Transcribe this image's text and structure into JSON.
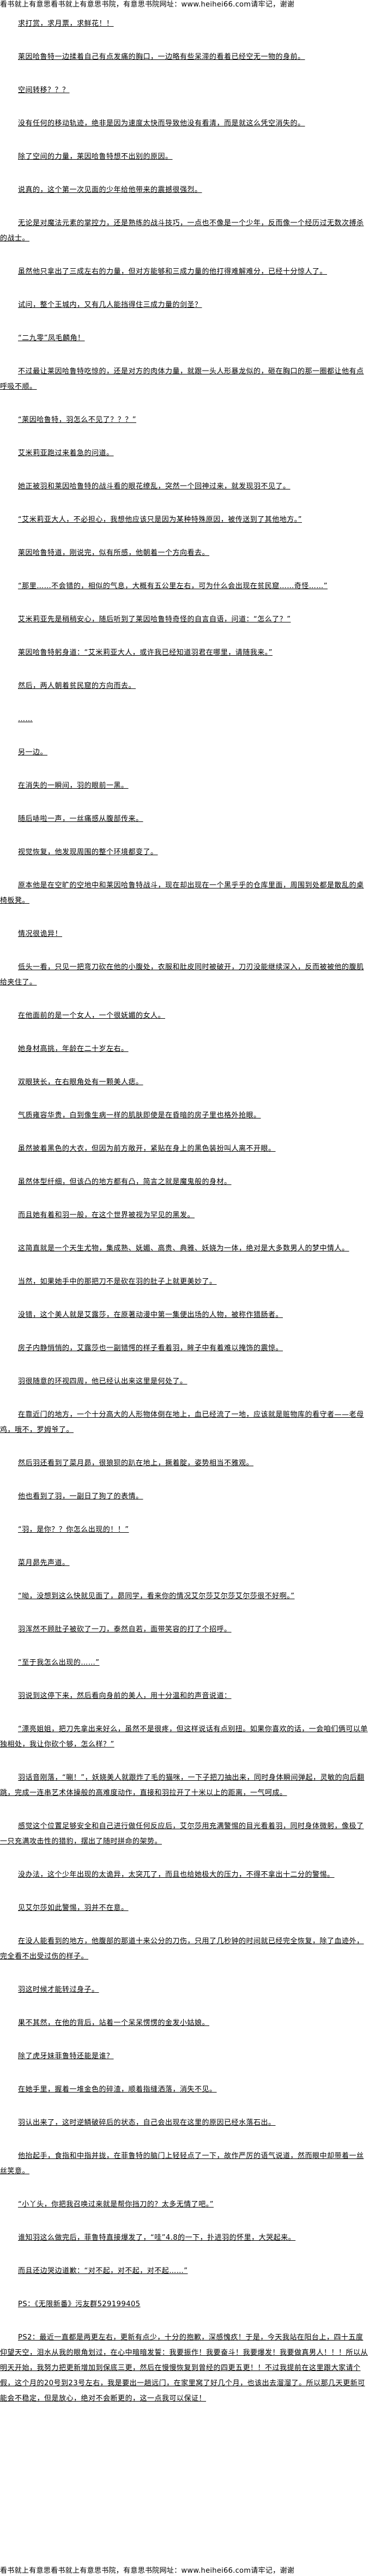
{
  "banner": {
    "text": "看书就上有意思看书就上有意思书院，有意思书院网址：www.heihei66.com请牢记，谢谢"
  },
  "paragraphs": [
    "求打赏，求月票，求鲜花！！",
    "莱因哈鲁特一边揉着自己有点发痛的胸口，一边略有些呆滞的看着已经空无一物的身前。",
    "空间转移？？？",
    "没有任何的移动轨迹，绝非是因为速度太快而导致他没有看清，而是就这么凭空消失的。",
    "除了空间的力量，莱因哈鲁特想不出别的原因。",
    "说真的，这个第一次见面的少年给他带来的震撼很强烈。",
    "无论是对魔法元素的掌控力，还是熟练的战斗技巧，一点也不像是一个少年，反而像一个经历过无数次搏杀的战士。",
    "虽然他只拿出了三成左右的力量，但对方能够和三成力量的他打得难解难分，已经十分惊人了。",
    "试问，整个王城内，又有几人能挡得住三成力量的剑圣？",
    "“二九零”凤毛麟角！",
    "不过最让莱因哈鲁特吃惊的，还是对方的肉体力量，就跟一头人形暴龙似的，砸在胸口的那一圈都让他有点呼吸不顺。",
    "“莱因哈鲁特，羽怎么不见了？？？”",
    "艾米莉亚跑过来着急的问道。",
    "她正被羽和莱因哈鲁特的战斗看的眼花缭乱，突然一个回神过来，就发现羽不见了。",
    "“艾米莉亚大人，不必担心，我想他应该只是因为某种特殊原因，被传送到了其他地方。”",
    "莱因哈鲁特道，刚说完，似有所感，他朝着一个方向看去。",
    "“那里……不会错的，相似的气息，大概有五公里左右，可为什么会出现在贫民窟……奇怪……”",
    "艾米莉亚先是稍稍安心，随后听到了莱因哈鲁特奇怪的自言自语，问道：“怎么了？”",
    "莱因哈鲁特躬身道：“艾米莉亚大人，或许我已经知道羽君在哪里，请随我来。”",
    "然后，两人朝着贫民窟的方向而去。",
    "……",
    "另一边。",
    "在消失的一瞬间，羽的眼前一黑。",
    "随后哧啦一声，一丝痛感从腹部传来。",
    "视觉恢复，他发现周围的整个环境都变了。",
    "原本他是在空旷的空地中和莱因哈鲁特战斗，现在却出现在一个黑乎乎的仓库里面，周围到处都是散乱的桌椅板凳。",
    "情况很诡异！",
    "低头一看，只见一把弯刀砍在他的小腹处，衣服和肚皮同时被破开，刀刃没能继续深入，反而被被他的腹肌给夹住了。",
    "在他面前的是一个女人，一个很妩媚的女人。",
    "她身材高挑，年龄在二十岁左右。",
    "双眼狭长，在右眼角处有一颗美人痣。",
    "气质雍容华贵，白到像生病一样的肌肤即使是在昏暗的房子里也格外抢眼。",
    "虽然披着黑色的大衣，但因为前方敞开，紧贴在身上的黑色装扮叫人离不开眼。",
    "虽然体型纤细，但该凸的地方都有凸，简言之就是魔鬼般的身材。",
    "而且她有着和羽一般，在这个世界被视为罕见的黑发。",
    "这简直就是一个天生尤物，集成熟、妩媚、高贵、典雅、妖娆为一体，绝对是大多数男人的梦中情人。",
    "当然，如果她手中的那把刀不是砍在羽的肚子上就更美妙了。",
    "没错，这个美人就是艾露莎，在原著动漫中第一集便出场的人物，被称作猎肠者。",
    "房子内静悄悄的，艾露莎也一副错愕的样子看着羽，眸子中有着难以掩饰的震惊。",
    "羽很随意的环视四周，他已经认出来这里是何处了。",
    "在靠近门的地方，一个十分高大的人形物体倒在地上，血已经流了一地，应该就是赃物库的看守者——老母鸡，哦不，罗姆爷了。",
    "然后羽还看到了菜月昴，很狼狈的趴在地上，撅着腚，姿势相当不雅观。",
    "他也看到了羽，一副日了狗了的表情。",
    "“羽，是你？？你怎么出现的！！”",
    "菜月昴先声道。",
    "“呦，没想到这么快就见面了，昴同学，看来你的情况艾尔莎艾尔莎艾尔莎很不好啊。”",
    "羽浑然不顾肚子被砍了一刀，泰然自若，面带笑容的打了个招呼。",
    "“至于我怎么出现的……”",
    "羽说到这停下来，然后看向身前的美人，用十分温和的声音说道：",
    "“漂亮姐姐，把刀先拿出来好么，虽然不是很疼，但这样说话有点别扭。如果你喜欢的话，一会咱们俩可以单独相处，我让你砍个够，怎么样？”",
    "羽话音刚落，“唰！”，妖娆美人就跟炸了毛的猫咪，一下子把刀抽出来，同时身体瞬间弹起，灵敏的向后翻跳，完成一连串艺术体操般的高难度动作，直接和羽拉开了十米以上的距离，一气呵成。",
    "感觉这个位置足够安全和自己进行做任何反应后，艾尔莎用充满警惕的目光看着羽，同时身体微躬，像极了一只充满攻击性的猎豹，摆出了随时拼命的架势。",
    "没办法，这个少年出现的太诡异，太突兀了，而且也给她极大的压力，不得不拿出十二分的警惕。",
    "见艾尔莎如此警惕，羽并不在意。",
    "在没人能看到的地方，他腹部的那道十来公分的刀伤，只用了几秒钟的时间就已经完全恢复，除了血迹外，完全看不出受过伤的样子。",
    "羽这时候才能转过身子。",
    "果不其然，在他的背后，站着一个呆呆愣愣的金发小姑娘。",
    "除了虎牙妹菲鲁特还能是谁？",
    "在她手里，握着一堆金色的碎渣，顺着指缝洒落，消失不见。",
    "羽认出来了，这时逆鳞破碎后的状态，自己会出现在这里的原因已经水落石出。",
    "他抬起手，食指和中指并拢，在菲鲁特的脑门上轻轻点了一下，故作严厉的语气说道，然而眼中却带着一丝丝笑意。",
    "“小丫头，你把我召唤过来就是帮你挡刀的？太多无情了吧。”",
    "谁知羽这么做完后，菲鲁特直接爆发了，“哇”4.8的一下，扑进羽的怀里，大哭起来。",
    "而且还边哭边道歉：“对不起，对不起，对不起……”",
    "PS：《无限新番》污友群529199405",
    "PS2：最近一直都是两更左右，更新有点少，十分的抱歉，深感愧疚！于是，今天我站在阳台上，四十五度仰望天空，泪水从我的眼角划过，在心中暗暗发誓：我要振作！我要奋斗！我要爆发！我要做真男人！！！所以从明天开始，我努力把更新增加到保底三更，然后在慢慢恢复到曾经的四更五更！！不过我提前在这里跟大家请个假，这个月的20号到23号左右，我是要出一趟远门，在家里窝了好几个月，也该出去溜溜了。所以那几天更新可能会不稳定，但是放心，绝对不会断更的，这一点我可以保证！"
  ]
}
